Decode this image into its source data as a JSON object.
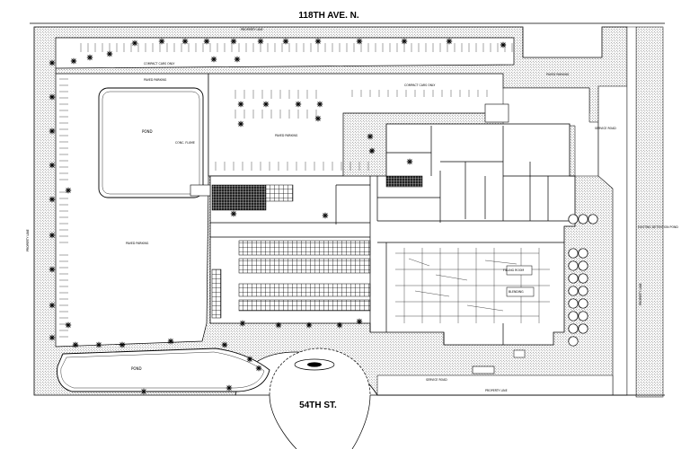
{
  "streets": {
    "north": "118TH AVE. N.",
    "south": "54TH ST."
  },
  "labels": {
    "property_line_top": "PROPERTY LINE",
    "property_line_west": "PROPERTY LINE",
    "property_line_east": "PROPERTY LINE",
    "property_line_south": "PROPERTY LINE",
    "compact_cars_west": "COMPACT CARS ONLY",
    "compact_cars_center": "COMPACT CARS ONLY",
    "paved_parking_ne": "PAVED PARKING",
    "paved_parking_pond": "PAVED PARKING",
    "paved_parking_center": "PAVED PARKING",
    "paved_parking_west": "PAVED PARKING",
    "pond_north": "POND",
    "pond_south": "POND",
    "conc_flume": "CONC. FLUME",
    "service_road_east": "SERVICE ROAD",
    "service_road_south": "SERVICE ROAD",
    "existing_detention_pond": "EXISTING DETENTION POND",
    "room_a": "FILLING ROOM",
    "room_b": "BLENDING"
  }
}
